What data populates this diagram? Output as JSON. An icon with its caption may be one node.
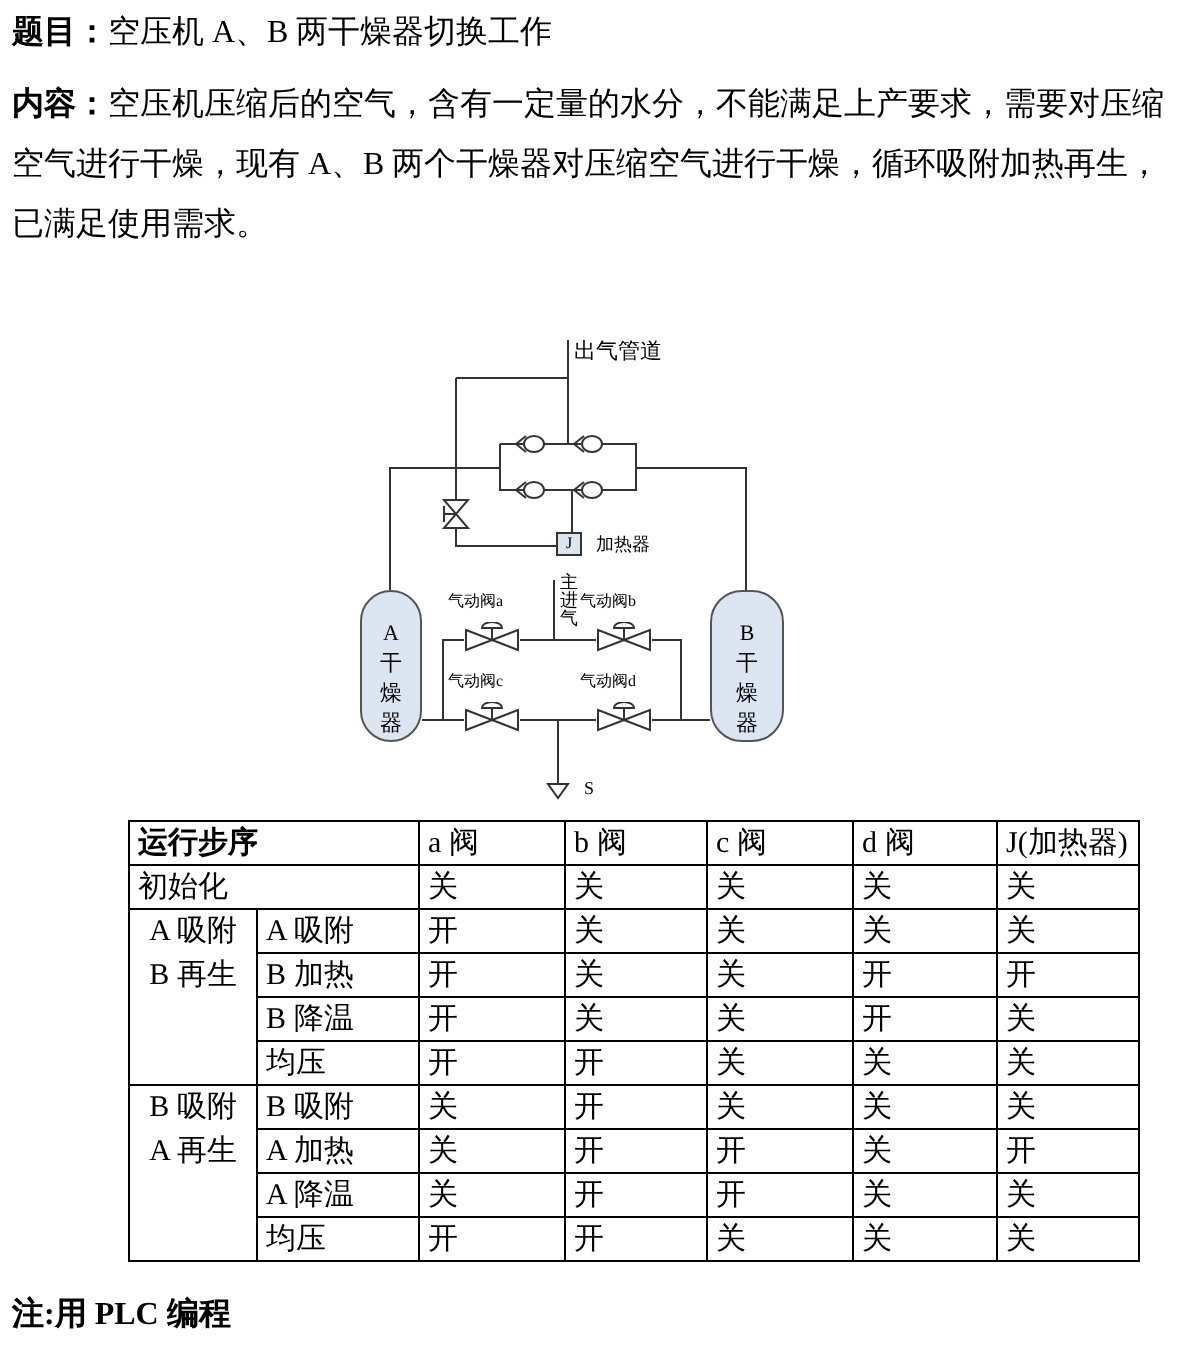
{
  "diagram": {
    "title": "**题目：**空压机 A、B 两干燥器切换工作",
    "nodes": [
      {
        "text": [
          "A干燥器"
        ]
      },
      {
        "text": [
          "B干燥器"
        ]
      },
      {
        "text": [
          "气动阀a"
        ]
      },
      {
        "text": [
          "气动阀b"
        ]
      },
      {
        "text": [
          "气动阀c"
        ]
      },
      {
        "text": [
          "气动阀d"
        ]
      },
      {
        "text": [
          "J"
        ],
        "beside": [
          "加热器"
        ]
      }
    ],
    "edges": [
      {
        "from": 0,
        "to": 2,
        "arrow": "none"
      },
      {
        "from": 0,
        "to": 4,
        "arrow": "none"
      },
      {
        "from": 2,
        "to": 3,
        "arrow": "none"
      },
      {
        "from": 4,
        "to": 5,
        "arrow": "none"
      },
      {
        "from": 3,
        "to": 1,
        "arrow": "none"
      },
      {
        "from": 5,
        "to": 1,
        "arrow": "none"
      }
    ],
    "labels": [
      "**内容：**空压机压缩后的空气，含有一定量的水分，不能满足上产要求，需要对压缩空气进行干燥，现有 A、B 两个干燥器对压缩空气进行干燥，循环吸附加热再生，已满足使用需求。",
      "出气管道",
      "主进气",
      "S",
      "运行步序",
      "a 阀",
      "b 阀",
      "c 阀",
      "d 阀",
      "J(加热器)",
      "初始化",
      "关",
      "关",
      "关",
      "关",
      "关",
      "A 吸附 B 再生",
      "A 吸附",
      "开",
      "关",
      "关",
      "关",
      "关",
      "B 加热",
      "开",
      "关",
      "关",
      "开",
      "开",
      "B 降温",
      "开",
      "关",
      "关",
      "开",
      "关",
      "均压",
      "开",
      "开",
      "关",
      "关",
      "关",
      "B 吸附 A 再生",
      "B 吸附",
      "关",
      "开",
      "关",
      "关",
      "关",
      "A 加热",
      "关",
      "开",
      "开",
      "关",
      "开",
      "A 降温",
      "关",
      "开",
      "开",
      "关",
      "关",
      "均压",
      "开",
      "开",
      "关",
      "关",
      "关",
      "注:用 PLC 编程"
    ]
  }
}
